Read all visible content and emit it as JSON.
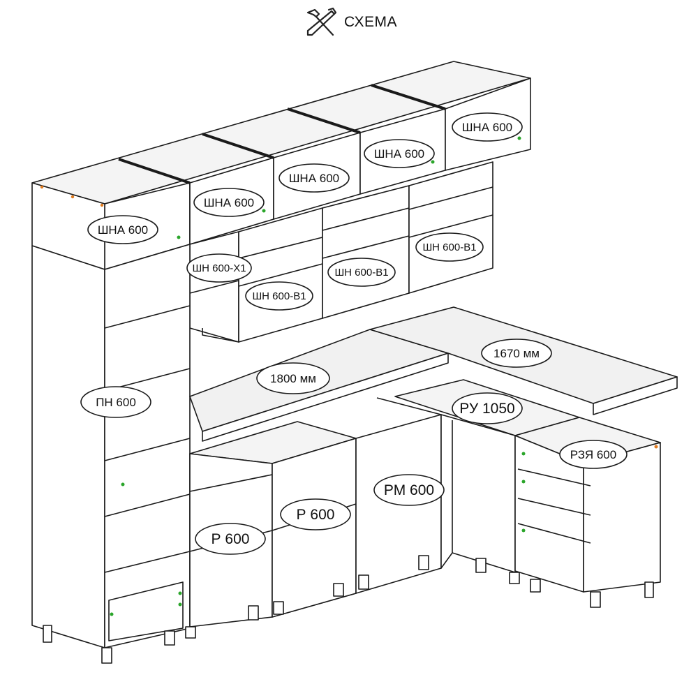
{
  "header": {
    "title": "СХЕМА",
    "icon": "tools-icon"
  },
  "labels": {
    "shna_1": "ШНА 600",
    "shna_2": "ШНА 600",
    "shna_3": "ШНА 600",
    "shna_4": "ШНА 600",
    "shna_5": "ШНА 600",
    "sh_x1": "ШН 600-Х1",
    "sh_b1_a": "ШН 600-В1",
    "sh_b1_b": "ШН 600-В1",
    "sh_b1_c": "ШН 600-В1",
    "pn": "ПН 600",
    "top_left": "1800 мм",
    "top_right": "1670 мм",
    "ru": "РУ 1050",
    "rm": "РМ 600",
    "r_left": "Р 600",
    "r_right": "Р 600",
    "rzya": "РЗЯ 600"
  },
  "colors": {
    "line": "#1a1a1a",
    "fill": "#ffffff",
    "top_fill": "#f1f1f1",
    "accent_green": "#2aa52a",
    "accent_orange": "#e07b1f"
  }
}
